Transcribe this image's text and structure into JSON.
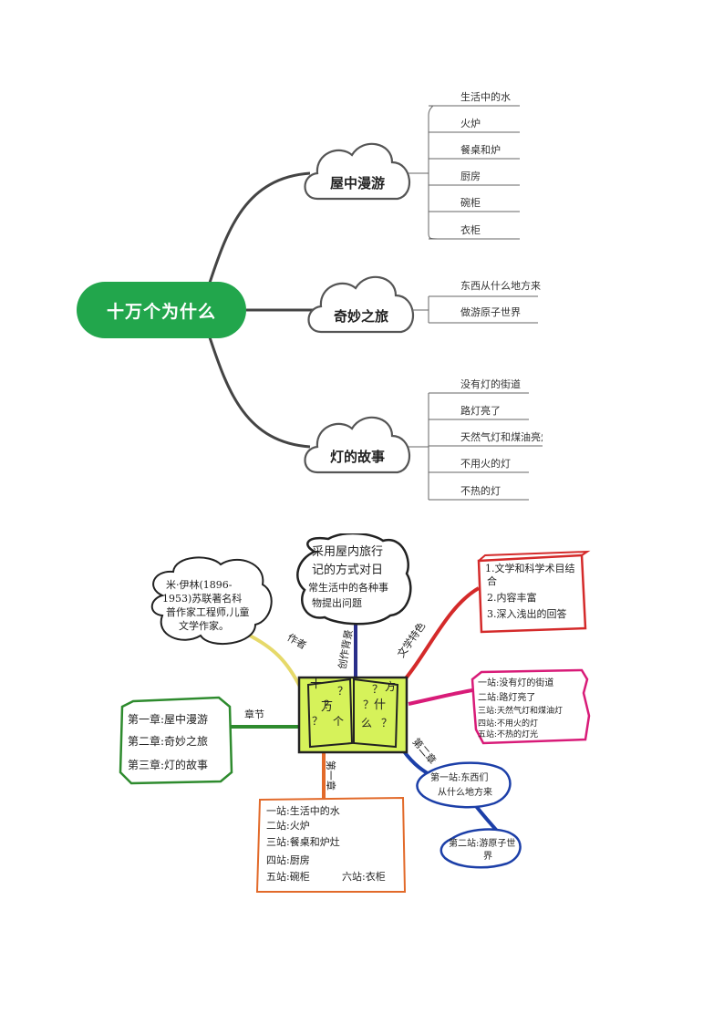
{
  "mindmap": {
    "root": "十万个为什么",
    "branches": [
      {
        "label": "屋中漫游",
        "leaves": [
          "生活中的水",
          "火炉",
          "餐桌和炉",
          "厨房",
          "碗柜",
          "衣柜"
        ]
      },
      {
        "label": "奇妙之旅",
        "leaves": [
          "东西从什么地方来",
          "做游原子世界"
        ]
      },
      {
        "label": "灯的故事",
        "leaves": [
          "没有灯的街道",
          "路灯亮了",
          "天然气灯和煤油亮灯",
          "不用火的灯",
          "不热的灯"
        ]
      }
    ],
    "colors": {
      "root": "#22a64c",
      "lines": "#444444"
    }
  },
  "handdrawn": {
    "book_chars": [
      "十",
      "？",
      "？",
      "？",
      "万",
      "个",
      "？",
      "方",
      "？",
      "什",
      "么",
      "？"
    ],
    "author_label": "作者",
    "author_text": [
      "米·伊林(1896-",
      "1953)苏联著名科",
      "普作家工程师,儿童",
      "文学作家。"
    ],
    "creation_label": "创作背景",
    "creation_text": [
      "采用屋内旅行",
      "记的方式对日",
      "常生活中的各种事",
      "物提出问题"
    ],
    "features_label": "文学特色",
    "features_text": [
      "1.文学和科学术目结",
      "合",
      "2.内容丰富",
      "3.深入浅出的回答"
    ],
    "chapters_label": "章节",
    "chapters_text": [
      "第一章:屋中漫游",
      "第二章:奇妙之旅",
      "第三章:灯的故事"
    ],
    "ch1_label": "第一章",
    "ch1_text": [
      "一站:生活中的水",
      "二站:火炉",
      "三站:餐桌和炉灶",
      "四站:厨房",
      "五站:碗柜",
      "六站:衣柜"
    ],
    "ch3_text": [
      "一站:没有灯的街道",
      "二站:路灯亮了",
      "三站:天然气灯和煤油灯",
      "四站:不用火的灯",
      "五站:不热的灯光"
    ],
    "ch2_label": "第二章",
    "ch2_text": [
      "第一站:东西们",
      "从什么地方来",
      "第二站:游原子世",
      "界"
    ],
    "colors": {
      "book": "#d6f25a",
      "author": "#e6d96a",
      "creation": "#2a2f8a",
      "features": "#d42a2a",
      "ch3": "#d81b78",
      "ch2": "#1c3fa8",
      "chapters": "#2e8b2e",
      "ch1": "#e26a2a"
    }
  }
}
